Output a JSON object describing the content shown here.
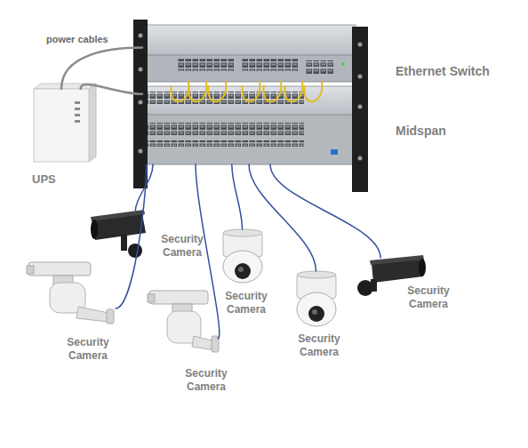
{
  "diagram": {
    "nodes": [
      {
        "text": [
          "Ethernet Switch"
        ]
      },
      {
        "text": [
          "Midspan"
        ]
      },
      {
        "text": [
          "UPS"
        ]
      },
      {
        "text": [
          "Security Camera"
        ]
      },
      {
        "text": [
          "Security Camera"
        ]
      },
      {
        "text": [
          "Security Camera"
        ]
      },
      {
        "text": [
          "Security Camera"
        ]
      },
      {
        "text": [
          "Security Camera"
        ]
      },
      {
        "text": [
          "Security Camera"
        ]
      }
    ],
    "edges": [
      {
        "from": 2,
        "to": 0,
        "arrow": "none"
      },
      {
        "from": 2,
        "to": 1,
        "arrow": "none"
      },
      {
        "from": 0,
        "to": 1,
        "arrow": "none"
      },
      {
        "from": 1,
        "to": 3,
        "arrow": "none"
      },
      {
        "from": 1,
        "to": 4,
        "arrow": "none"
      },
      {
        "from": 1,
        "to": 5,
        "arrow": "none"
      },
      {
        "from": 1,
        "to": 6,
        "arrow": "none"
      },
      {
        "from": 1,
        "to": 7,
        "arrow": "none"
      },
      {
        "from": 1,
        "to": 8,
        "arrow": "none"
      }
    ],
    "labels": [
      "power cables"
    ]
  }
}
